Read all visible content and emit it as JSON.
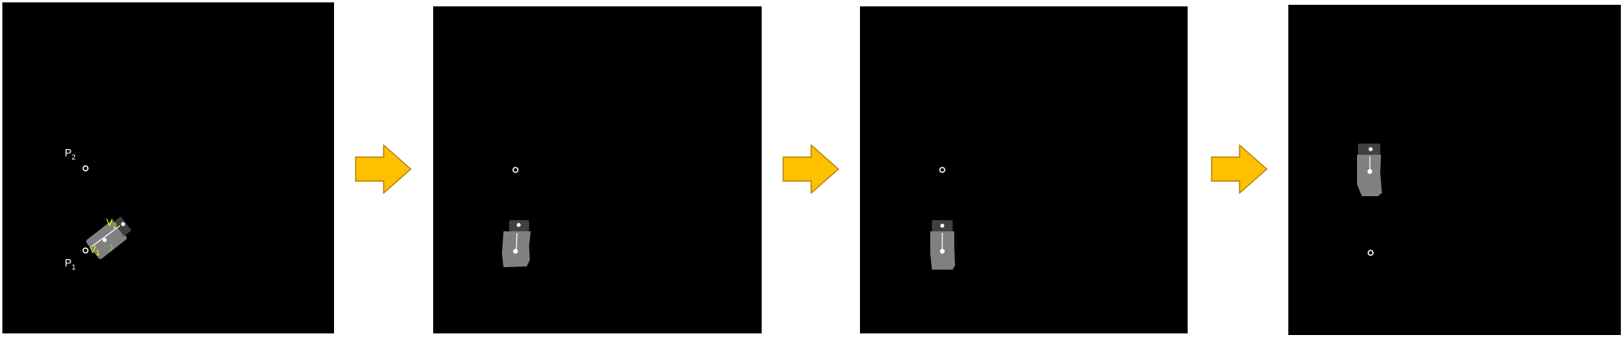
{
  "panel1": {
    "labels": {
      "p2": "P",
      "p2_sub": "2",
      "p1": "P",
      "p1_sub": "1",
      "v2": "V",
      "v2_sub": "2",
      "v1": "V",
      "v1_sub": "1"
    }
  },
  "colors": {
    "background": "#000000",
    "arrow_fill": "#FFC000",
    "arrow_stroke": "#B8860B",
    "label_yellow": "#FFFF00",
    "object_gray": "#808080",
    "object_dark": "#404040",
    "marker": "#FFFFFF"
  }
}
